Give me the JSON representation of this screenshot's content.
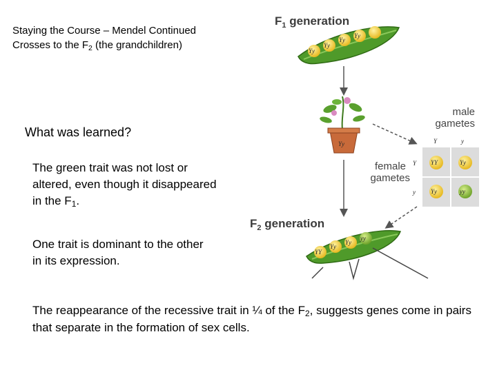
{
  "text": {
    "title_a": "Staying the Course – Mendel Continued Crosses to the F",
    "title_sub": "2",
    "title_b": " (the grandchildren)",
    "question": "What was learned?",
    "p1_a": "The green trait was not lost or altered, even though it disappeared in the F",
    "p1_sub": "1",
    "p1_b": ".",
    "p2": "One trait is dominant to the other in its expression.",
    "p3_a": "The reappearance of the recessive trait in ¼ of the F",
    "p3_sub": "2",
    "p3_b": ", suggests genes come in pairs that separate in the formation of sex cells."
  },
  "diagram": {
    "f1_label_a": "F",
    "f1_label_sub": "1",
    "f1_label_b": " generation",
    "f2_label_a": "F",
    "f2_label_sub": "2",
    "f2_label_b": " generation",
    "male_line1": "male",
    "male_line2": "gametes",
    "female_line1": "female",
    "female_line2": "gametes",
    "f1_peas": [
      "Yy",
      "Yy",
      "Yy",
      "Yy"
    ],
    "pot_label": "Yy",
    "male_gametes": [
      "Y",
      "y"
    ],
    "female_gametes": [
      "Y",
      "y"
    ],
    "punnett": [
      "YY",
      "Yy",
      "Yy",
      "yy"
    ],
    "f2_peas": [
      "YY",
      "Yy",
      "Yy",
      "yy"
    ],
    "colors": {
      "pod": "#4f9a2a",
      "pod_dark": "#2f6a14",
      "yellow_pea": "#f2cf3a",
      "green_pea": "#8cbf3a",
      "pot": "#c86a3a",
      "arrow": "#555555"
    }
  }
}
